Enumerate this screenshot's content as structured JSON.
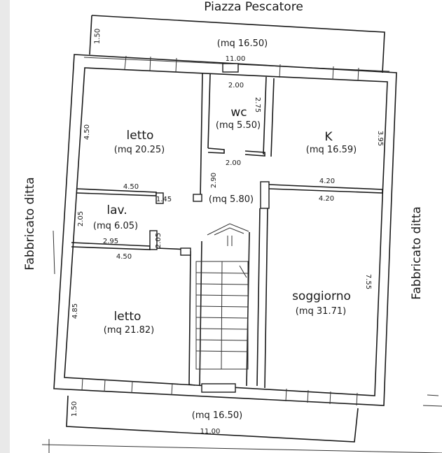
{
  "header": {
    "street_name": "Piazza Pescatore"
  },
  "side_labels": {
    "left": "Fabbricato ditta",
    "right": "Fabbricato ditta"
  },
  "balconies": {
    "top": {
      "area": "(mq 16.50)",
      "width": "11.00",
      "depth": "1.50"
    },
    "bottom": {
      "area": "(mq 16.50)",
      "width": "11.00",
      "depth": "1.50"
    }
  },
  "rooms": {
    "letto_top": {
      "name": "letto",
      "area": "(mq 20.25)",
      "height_dim": "4.50",
      "width_dim": "4.50"
    },
    "wc": {
      "name": "wc",
      "area": "(mq 5.50)",
      "top_dim": "2.00",
      "side_dim": "2.75",
      "bottom_dim": "2.00"
    },
    "kitchen": {
      "name": "K",
      "area": "(mq 16.59)",
      "side_dim": "3.95",
      "bottom_dim": "4.20"
    },
    "corridor": {
      "area": "(mq 5.80)",
      "dim": "2.90",
      "side_dim": "1.45"
    },
    "lav": {
      "name": "lav.",
      "area": "(mq 6.05)",
      "side_dim": "2.05",
      "width_dim": "2.95",
      "side_dim2": "2.05",
      "bottom_dim": "4.50"
    },
    "soggiorno": {
      "name": "soggiorno",
      "area": "(mq 31.71)",
      "top_dim": "4.20",
      "side_dim": "7.55"
    },
    "letto_bottom": {
      "name": "letto",
      "area": "(mq 21.82)",
      "side_dim": "4.85"
    }
  }
}
